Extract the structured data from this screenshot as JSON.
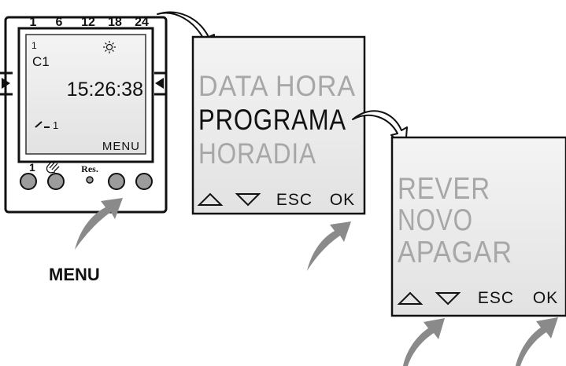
{
  "device": {
    "scale_labels": [
      "1",
      "6",
      "12",
      "18",
      "24"
    ],
    "channel_number": "1",
    "channel_code": "C1",
    "time": "15:26:38",
    "contact_indicator": "1",
    "menu_label": "MENU",
    "button_1_label": "1",
    "reset_label": "Res.",
    "sun_icon": "sun-icon",
    "hand_icon": "hand-icon"
  },
  "menu_caption": "MENU",
  "screen1": {
    "items": [
      "DATA HORA",
      "PROGRAMA",
      "HORADIA"
    ],
    "selected_index": 1,
    "esc_label": "ESC",
    "ok_label": "OK"
  },
  "screen2": {
    "items": [
      "REVER",
      "NOVO",
      "APAGAR"
    ],
    "esc_label": "ESC",
    "ok_label": "OK"
  },
  "colors": {
    "lcd_background": "#eeeeee",
    "text_dim": "#a7a7a7",
    "text_active": "#111111",
    "arrow_gray": "#8a8a8a",
    "button_gray": "#9c9c9c"
  }
}
